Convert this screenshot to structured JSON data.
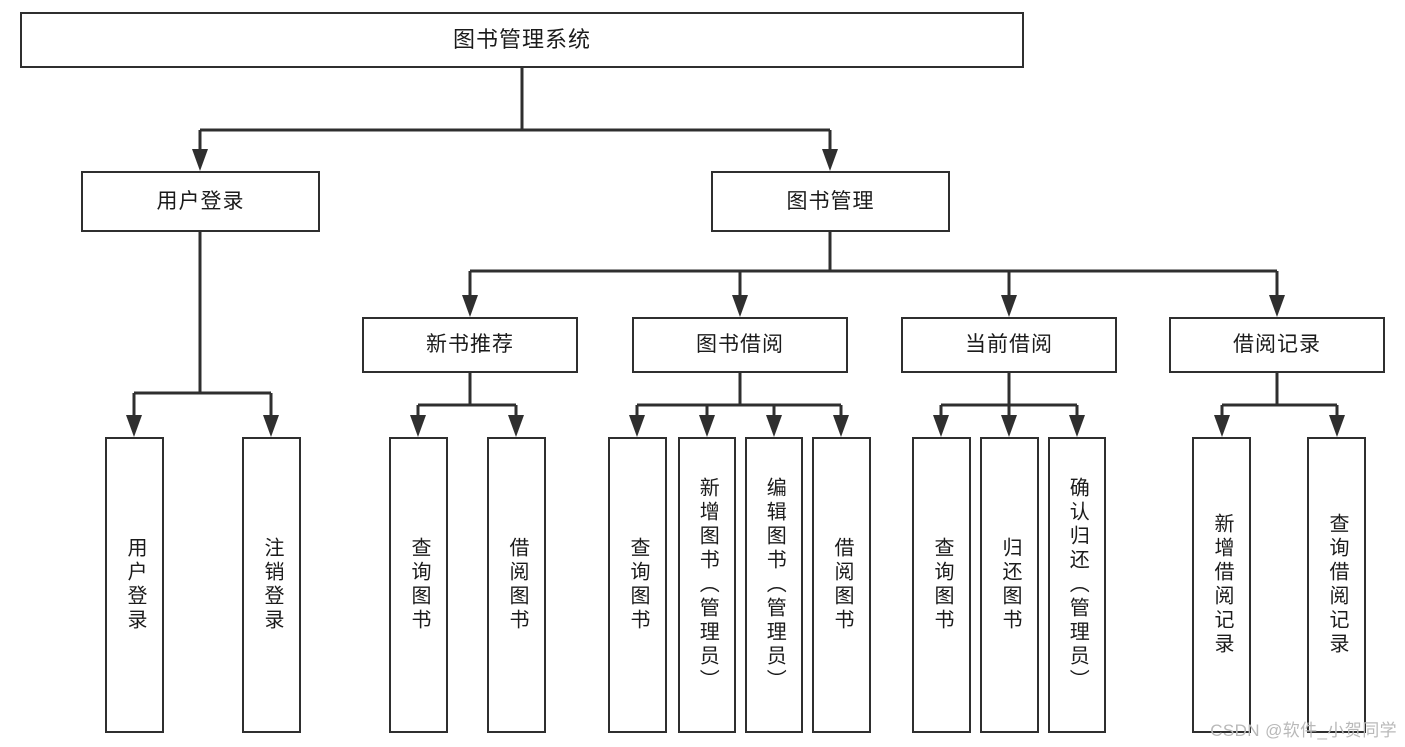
{
  "diagram": {
    "type": "tree",
    "title": "图书管理系统",
    "orientation": "top-down",
    "colors": {
      "stroke": "#2f2f2f",
      "box_fill": "#ffffff",
      "text": "#1b1b1b",
      "watermark": "#b9b9b9",
      "background": "#ffffff"
    },
    "root": {
      "label": "图书管理系统"
    },
    "level2": [
      {
        "label": "用户登录"
      },
      {
        "label": "图书管理"
      }
    ],
    "level3": [
      {
        "label": "新书推荐"
      },
      {
        "label": "图书借阅"
      },
      {
        "label": "当前借阅"
      },
      {
        "label": "借阅记录"
      }
    ],
    "leaves": {
      "user_login": [
        {
          "label": "用户登录"
        },
        {
          "label": "注销登录"
        }
      ],
      "new_book_recommend": [
        {
          "label": "查询图书"
        },
        {
          "label": "借阅图书"
        }
      ],
      "book_borrow": [
        {
          "label": "查询图书"
        },
        {
          "label": "新增图书（管理员）"
        },
        {
          "label": "编辑图书（管理员）"
        },
        {
          "label": "借阅图书"
        }
      ],
      "current_borrow": [
        {
          "label": "查询图书"
        },
        {
          "label": "归还图书"
        },
        {
          "label": "确认归还（管理员）"
        }
      ],
      "borrow_record": [
        {
          "label": "新增借阅记录"
        },
        {
          "label": "查询借阅记录"
        }
      ]
    }
  },
  "watermark": {
    "text": "CSDN @软件_小贺同学"
  }
}
